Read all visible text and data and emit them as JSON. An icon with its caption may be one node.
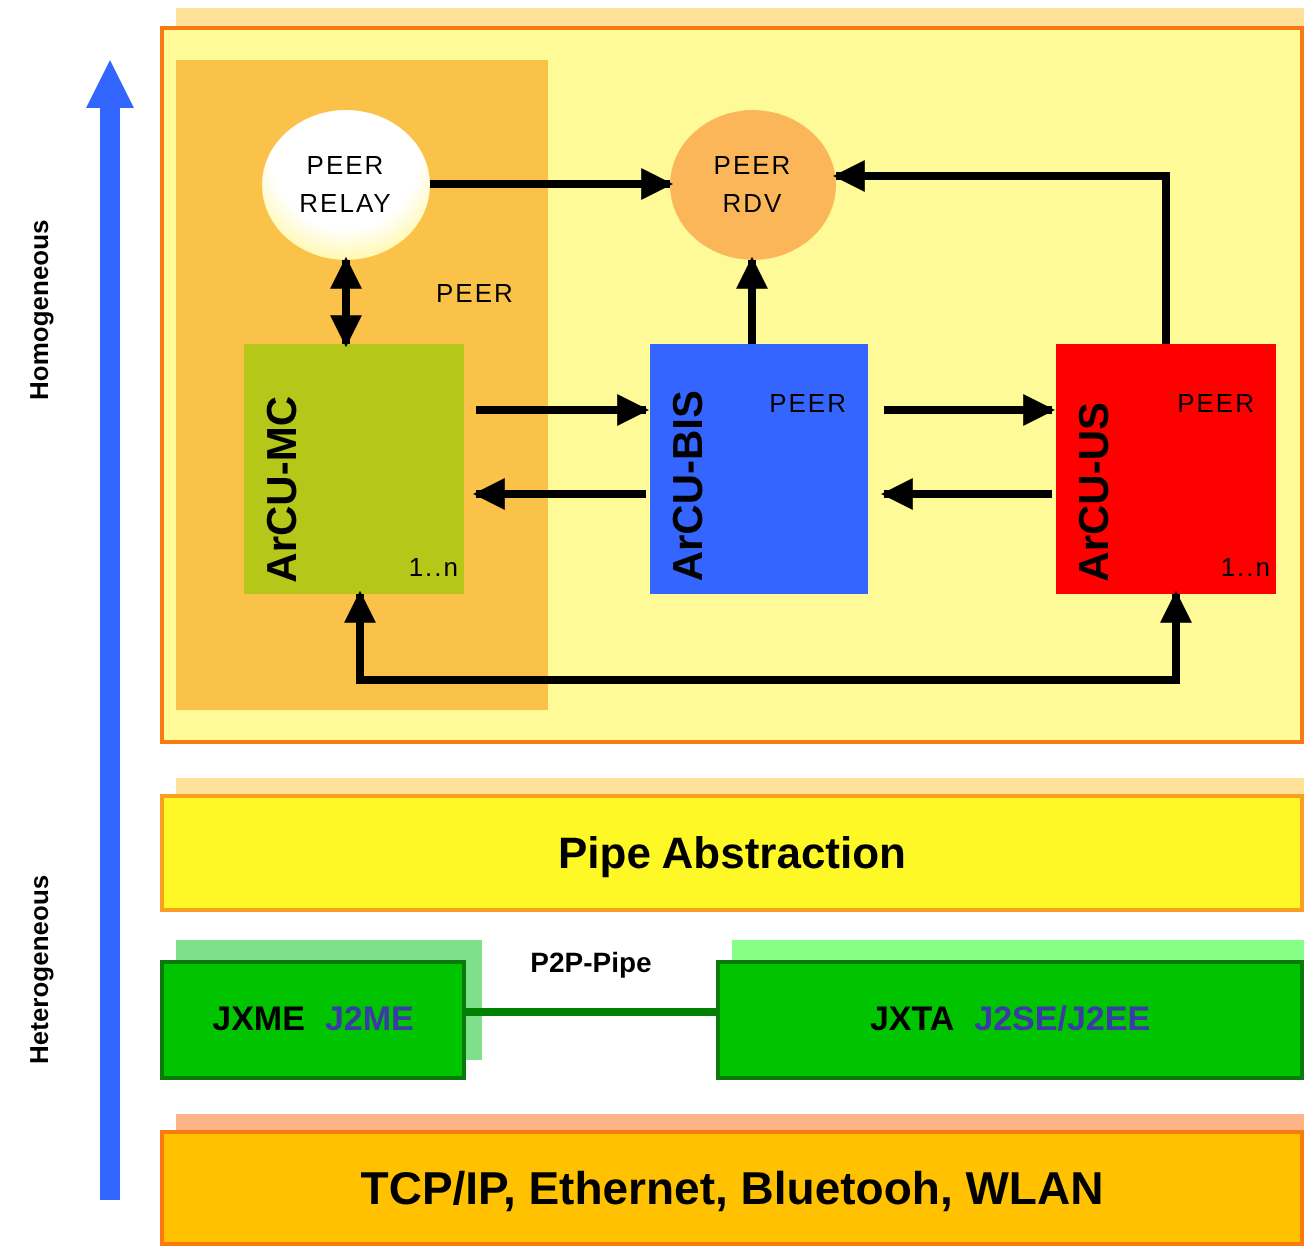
{
  "diagram": {
    "nodes": [
      {
        "text": [],
        "shape": "box"
      },
      {
        "text": [
          "PEER"
        ],
        "in": 0
      },
      {
        "text": [
          "PEER RELAY"
        ],
        "in": 1
      },
      {
        "text": [
          "PEER RDV"
        ],
        "in": 0
      },
      {
        "text": [
          "ArCU-MC",
          "1..n"
        ],
        "in": 1
      },
      {
        "text": [
          "ArCU-BIS",
          "PEER"
        ],
        "in": 0
      },
      {
        "text": [
          "ArCU-US",
          "PEER",
          "1..n"
        ],
        "in": 0
      },
      {
        "text": [
          "Pipe Abstraction"
        ]
      },
      {
        "text": [
          "JXME",
          "J2ME"
        ]
      },
      {
        "text": [
          "JXTA",
          "J2SE/J2EE"
        ]
      },
      {
        "text": [
          "TCP/IP, Ethernet, Bluetooh, WLAN"
        ]
      }
    ],
    "edges": [
      {
        "from": 2,
        "to": 3,
        "arrow": "to"
      },
      {
        "from": 6,
        "to": 3,
        "arrow": "to"
      },
      {
        "from": 5,
        "to": 3,
        "arrow": "to"
      },
      {
        "from": 2,
        "to": 4,
        "arrow": "both"
      },
      {
        "from": 4,
        "to": 5,
        "arrow": "to"
      },
      {
        "from": 5,
        "to": 4,
        "arrow": "to"
      },
      {
        "from": 5,
        "to": 6,
        "arrow": "to"
      },
      {
        "from": 6,
        "to": 5,
        "arrow": "to"
      },
      {
        "from": 4,
        "to": 6,
        "arrow": "both"
      },
      {
        "from": 8,
        "to": 9,
        "arrow": "none",
        "label": "P2P-Pipe",
        "color": "#008000"
      }
    ],
    "labels": [
      "Homogeneous",
      "Heterogeneous"
    ]
  }
}
